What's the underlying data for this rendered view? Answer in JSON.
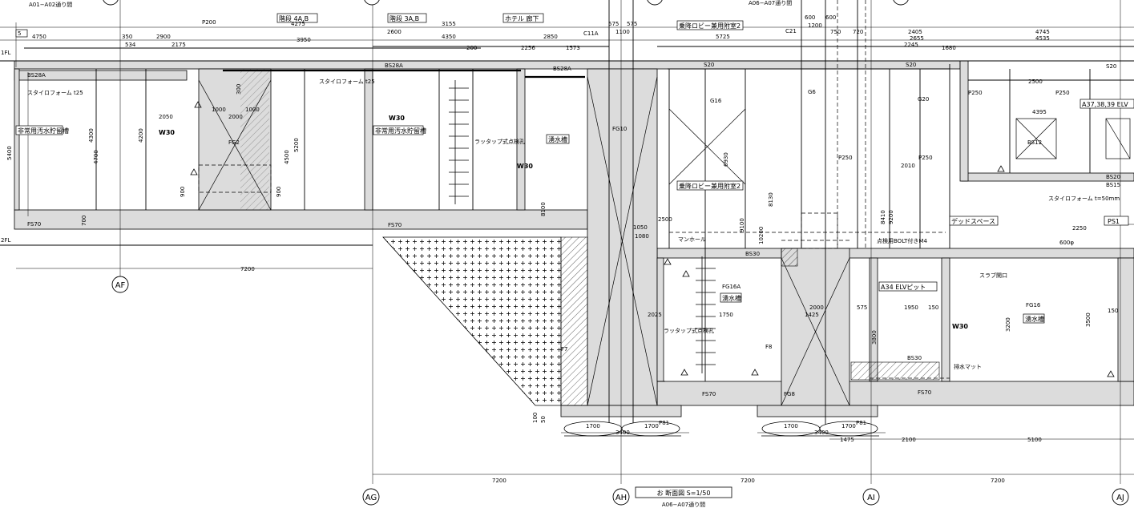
{
  "drawing": {
    "top_left_note": "A01−A02通り間",
    "top_right_note": "A06−A07通り間",
    "title_box": "お 断面図  S=1/50",
    "title_sub": "A06−A07通り間",
    "level_labels": [
      "1FL",
      "2FL"
    ],
    "section_marker": "5"
  },
  "grid_axes": [
    {
      "id": "AF",
      "label": "AF"
    },
    {
      "id": "AG",
      "label": "AG"
    },
    {
      "id": "AH",
      "label": "AH"
    },
    {
      "id": "AI",
      "label": "AI"
    },
    {
      "id": "AJ",
      "label": "AJ"
    }
  ],
  "boxed_labels": [
    {
      "id": "stair-4ab",
      "text": "階段 4A,B"
    },
    {
      "id": "stair-3ab",
      "text": "階段 3A,B"
    },
    {
      "id": "hotel-corridor",
      "text": "ホテル 廊下"
    },
    {
      "id": "lobby-1",
      "text": "乗降ロビー兼用附室2"
    },
    {
      "id": "lobby-2",
      "text": "乗降ロビー兼用附室2"
    },
    {
      "id": "tank-1",
      "text": "非常用汚水貯留槽"
    },
    {
      "id": "tank-2",
      "text": "非常用汚水貯留槽"
    },
    {
      "id": "water-1",
      "text": "湧水槽"
    },
    {
      "id": "water-2",
      "text": "湧水槽"
    },
    {
      "id": "water-3",
      "text": "湧水槽"
    },
    {
      "id": "elv-pit",
      "text": "A34 ELVピット"
    },
    {
      "id": "dead-space",
      "text": "デッドスペース"
    },
    {
      "id": "elv-r",
      "text": "A37,38,39 ELV"
    },
    {
      "id": "ps",
      "text": "PS1"
    }
  ],
  "members": [
    "BS28A",
    "BS28A",
    "BS28A",
    "W30",
    "W30",
    "W30",
    "W30",
    "FS70",
    "FS70",
    "FS70",
    "FS70",
    "FG2",
    "FG10",
    "FG16",
    "FG16A",
    "FG8",
    "G16",
    "G6",
    "G20",
    "S20",
    "S20",
    "S20",
    "BS30",
    "BS30",
    "BS20",
    "BS15",
    "F7",
    "F8",
    "P81",
    "P81",
    "C11A",
    "C21",
    "P200",
    "P250",
    "P250",
    "P250",
    "P250",
    "BS12"
  ],
  "dimensions": {
    "top": [
      "4750",
      "350",
      "2900",
      "4275",
      "2600",
      "3155",
      "4350",
      "2850",
      "575",
      "575",
      "1100",
      "5725",
      "600",
      "600",
      "1200",
      "750",
      "720",
      "2405",
      "2655",
      "2245",
      "4745",
      "4535",
      "534",
      "2175",
      "3950",
      "1573",
      "2256",
      "200",
      "1680"
    ],
    "bottom": [
      "7200",
      "7200",
      "7200",
      "7200",
      "1700",
      "1700",
      "1700",
      "1700",
      "3400",
      "3400",
      "1475",
      "2100",
      "5100"
    ],
    "misc": [
      "1000",
      "1000",
      "2000",
      "2050",
      "900",
      "900",
      "5400",
      "4300",
      "4700",
      "4200",
      "4500",
      "5200",
      "8100",
      "9100",
      "10200",
      "9200",
      "8410",
      "8130",
      "6930",
      "2500",
      "1050",
      "1080",
      "1950",
      "575",
      "1750",
      "2025",
      "3500",
      "3200",
      "3800",
      "2250",
      "2500",
      "4395",
      "2010",
      "150",
      "150",
      "700",
      "100",
      "50",
      "300",
      "1425",
      "2000"
    ]
  },
  "notes": [
    "スタイロフォーム t25",
    "スタイロフォーム t25",
    "スタイロフォーム t=50mm",
    "ラッタップ式点検孔",
    "ラッタップ式点検孔",
    "マンホール",
    "スラブ開口",
    "排水マット",
    "点検用BOLT付きM4",
    "600φ"
  ]
}
